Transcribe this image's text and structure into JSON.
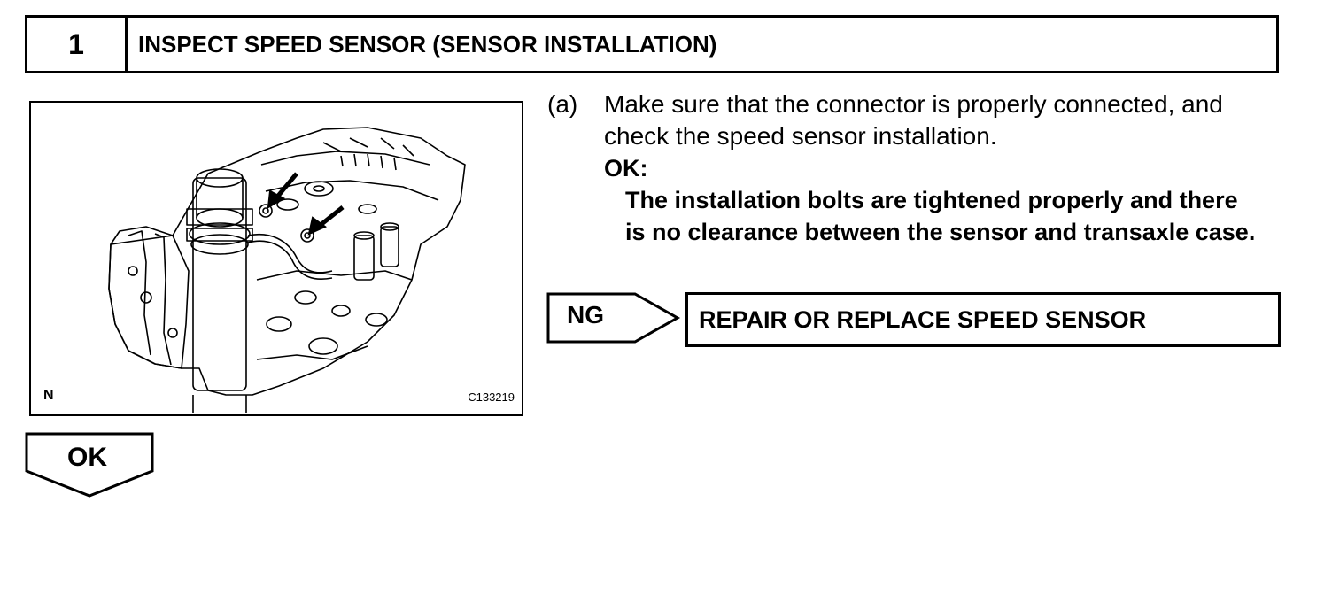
{
  "header": {
    "step_number": "1",
    "title": "INSPECT SPEED SENSOR (SENSOR INSTALLATION)"
  },
  "figure": {
    "corner_label": "N",
    "code": "C133219"
  },
  "instruction": {
    "letter": "(a)",
    "text": "Make sure that the connector is properly connected, and check the speed sensor installation.",
    "ok_label": "OK:",
    "ok_detail": "The installation bolts are tightened properly and there is no clearance between the sensor and transaxle case."
  },
  "ng": {
    "label": "NG",
    "action": "REPAIR OR REPLACE SPEED SENSOR"
  },
  "ok_next": {
    "label": "OK"
  }
}
